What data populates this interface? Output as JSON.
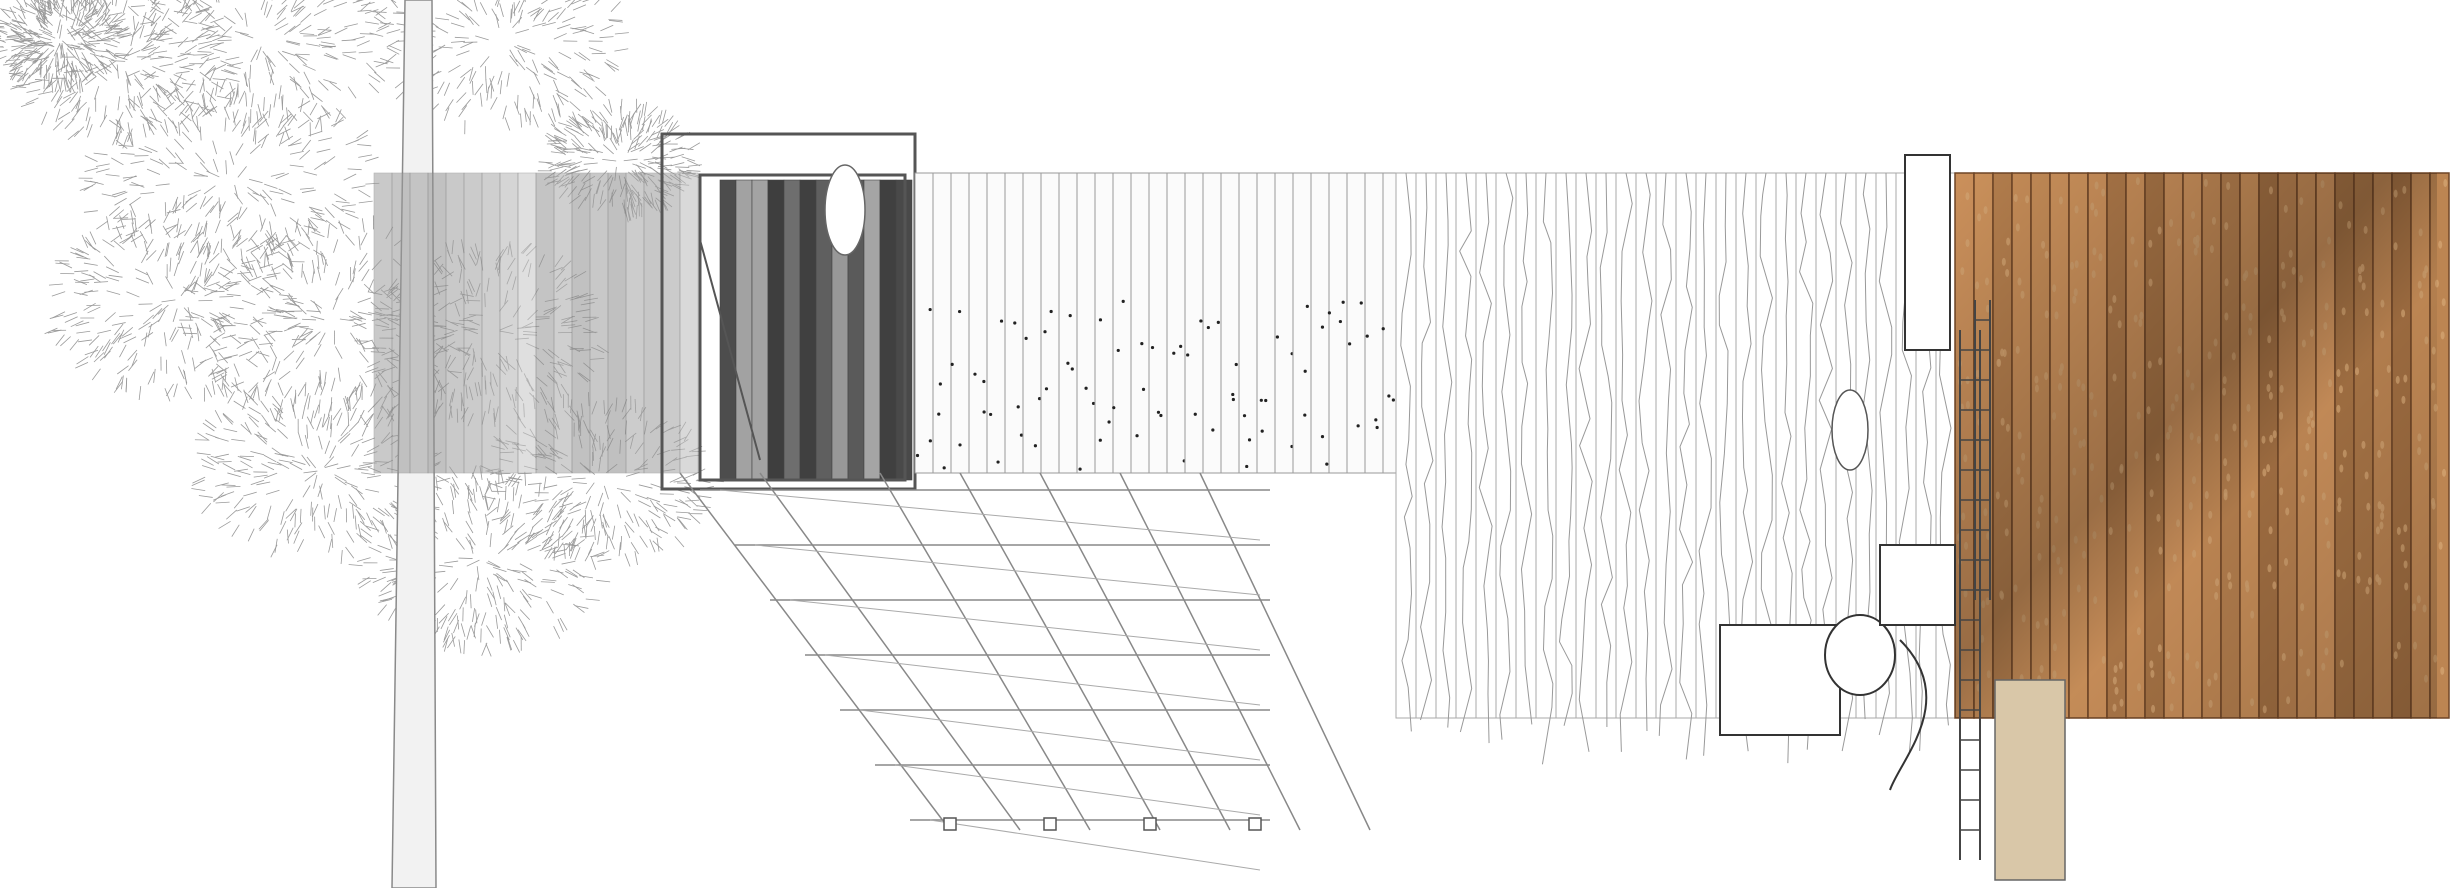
{
  "drawing": {
    "kind": "architectural-elevation-collage",
    "colors": {
      "background": "#ffffff",
      "line": "#8a8a8a",
      "tree_foliage": "#9a9a9a",
      "grey_boards": "#8c8c8c",
      "dark_boards": "#5a5a5a",
      "white_boards": "#fbfbfb",
      "wood_boards": "#b07a48",
      "wood_dark": "#6e4526",
      "wood_light": "#d2a371"
    },
    "icons": [
      "pine-tree",
      "scaffold-frame",
      "timber-cladding",
      "machinery",
      "ladder",
      "figure"
    ]
  }
}
